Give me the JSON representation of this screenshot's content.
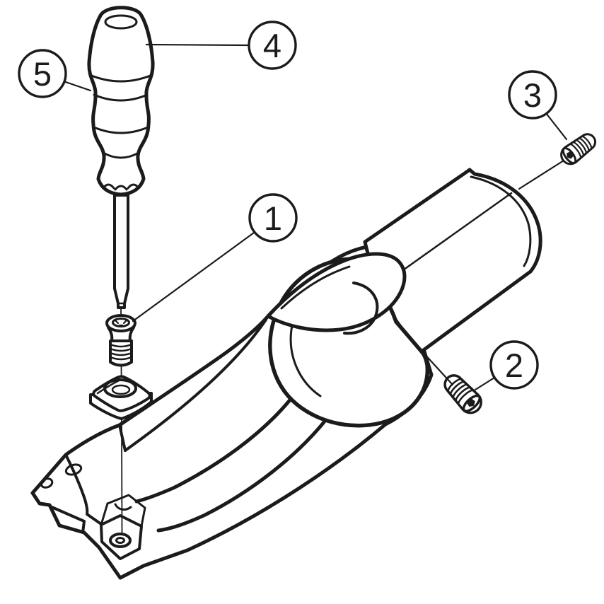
{
  "figure": {
    "type": "exploded-assembly-line-drawing",
    "theme": {
      "ink": "#1b1b1b",
      "paper": "#ffffff"
    },
    "callouts": [
      {
        "label": "1"
      },
      {
        "label": "2"
      },
      {
        "label": "3"
      },
      {
        "label": "4"
      },
      {
        "label": "5"
      }
    ]
  }
}
